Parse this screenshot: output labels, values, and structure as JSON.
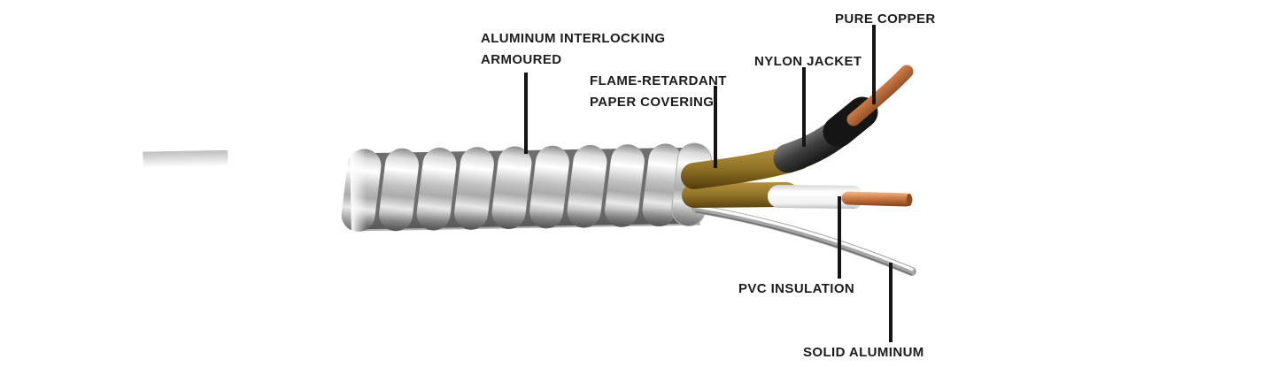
{
  "labels": [
    {
      "id": "aluminum-interlocking-armoured",
      "line1": "ALUMINUM INTERLOCKING",
      "line2": "ARMOURED"
    },
    {
      "id": "flame-retardant-paper-covering",
      "line1": "FLAME-RETARDANT",
      "line2": "PAPER COVERING"
    },
    {
      "id": "nylon-jacket",
      "line1": "NYLON JACKET"
    },
    {
      "id": "pure-copper",
      "line1": "PURE COPPER"
    },
    {
      "id": "pvc-insulation",
      "line1": "PVC INSULATION"
    },
    {
      "id": "solid-aluminum",
      "line1": "SOLID ALUMINUM"
    }
  ],
  "colors": {
    "background": "#ffffff",
    "label_text": "#1c1c1c",
    "leader_line": "#151515",
    "armour_silver_light": "#fafafa",
    "armour_silver_mid": "#c4c4c4",
    "armour_silver_dark": "#6e6e6e",
    "paper_brown": "#8f7328",
    "nylon_jacket_gray": "#3d3d3d",
    "nylon_band_black": "#151515",
    "copper": "#cd7c45",
    "pvc_white": "#ffffff",
    "aluminum_gray": "#a6a6a6"
  }
}
